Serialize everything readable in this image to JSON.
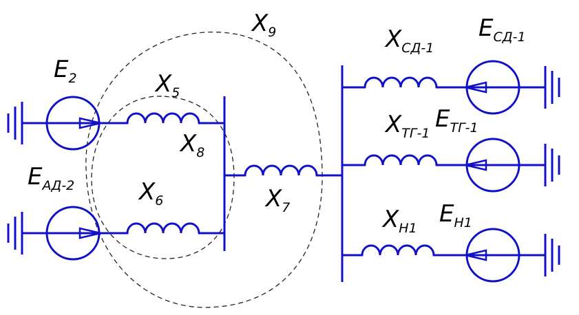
{
  "diagram": {
    "labels": {
      "x9": {
        "main": "X",
        "sub": "9"
      },
      "x5": {
        "main": "X",
        "sub": "5"
      },
      "x8": {
        "main": "X",
        "sub": "8"
      },
      "x6": {
        "main": "X",
        "sub": "6"
      },
      "x7": {
        "main": "X",
        "sub": "7"
      },
      "xsd": {
        "main": "X",
        "sub": "СД-1"
      },
      "xtg": {
        "main": "X",
        "sub": "ТГ-1"
      },
      "xn": {
        "main": "X",
        "sub": "Н1"
      },
      "e2": {
        "main": "E",
        "sub": "2"
      },
      "ead": {
        "main": "E",
        "sub": "АД-2"
      },
      "esd": {
        "main": "E",
        "sub": "СД-1"
      },
      "etg": {
        "main": "E",
        "sub": "ТГ-1"
      },
      "en": {
        "main": "E",
        "sub": "Н1"
      }
    },
    "colors": {
      "line": "#1010c8",
      "dashed": "#222222",
      "text": "#000000"
    }
  }
}
